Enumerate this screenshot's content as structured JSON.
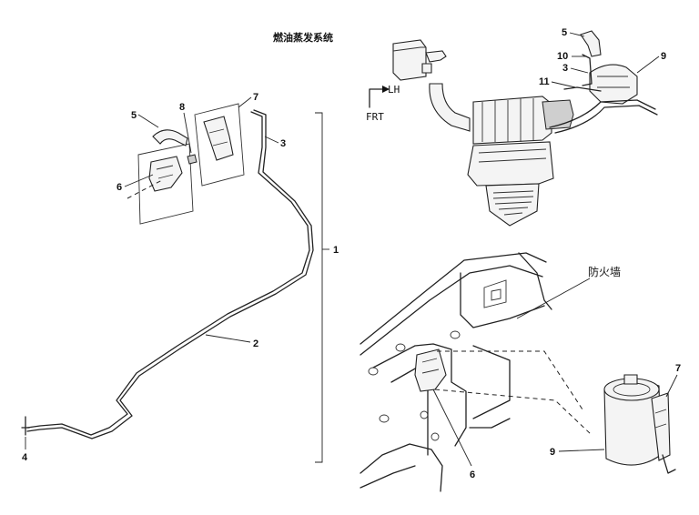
{
  "title": "燃油蒸发系统",
  "direction": {
    "lh": "LH",
    "frt": "FRT"
  },
  "firewall_label": "防火墙",
  "left_callouts": {
    "c1": "1",
    "c2": "2",
    "c3": "3",
    "c4": "4",
    "c5": "5",
    "c6": "6",
    "c7": "7",
    "c8": "8"
  },
  "top_right_callouts": {
    "c5": "5",
    "c10": "10",
    "c3": "3",
    "c9": "9",
    "c11": "11"
  },
  "bottom_right_callouts": {
    "c7": "7",
    "c9": "9",
    "c6": "6"
  }
}
